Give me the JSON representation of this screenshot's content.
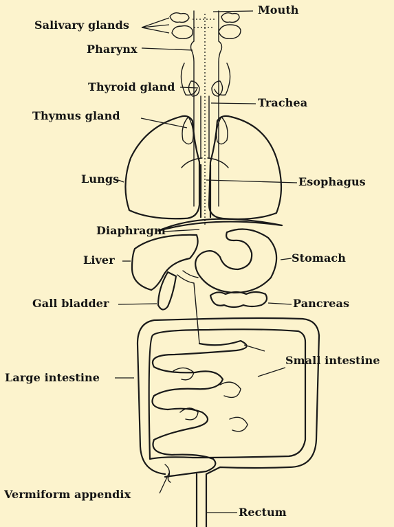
{
  "labels": {
    "mouth": "Mouth",
    "salivary_glands": "Salivary glands",
    "pharynx": "Pharynx",
    "thyroid_gland": "Thyroid gland",
    "trachea": "Trachea",
    "thymus_gland": "Thymus gland",
    "lungs": "Lungs",
    "esophagus": "Esophagus",
    "diaphragm": "Diaphragm",
    "stomach": "Stomach",
    "liver": "Liver",
    "gall_bladder": "Gall bladder",
    "pancreas": "Pancreas",
    "small_intestine": "Small intestine",
    "large_intestine": "Large intestine",
    "vermiform_appendix": "Vermiform appendix",
    "rectum": "Rectum"
  }
}
